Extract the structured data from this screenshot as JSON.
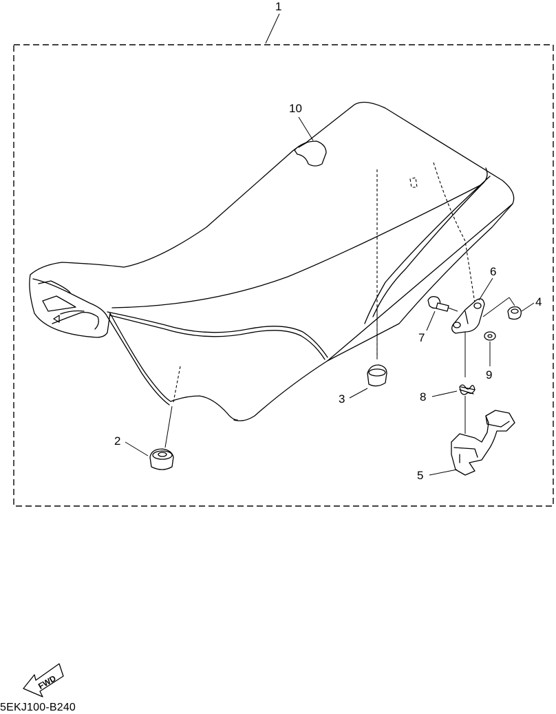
{
  "diagram": {
    "callouts": {
      "assembly": "1",
      "damper_front": "2",
      "damper_rear": "3",
      "nut": "4",
      "hook": "5",
      "bracket": "6",
      "bolt": "7",
      "spring": "8",
      "washer": "9",
      "band": "10"
    },
    "fwd_label": "FWD",
    "doc_code": "5EKJ100-B240"
  }
}
